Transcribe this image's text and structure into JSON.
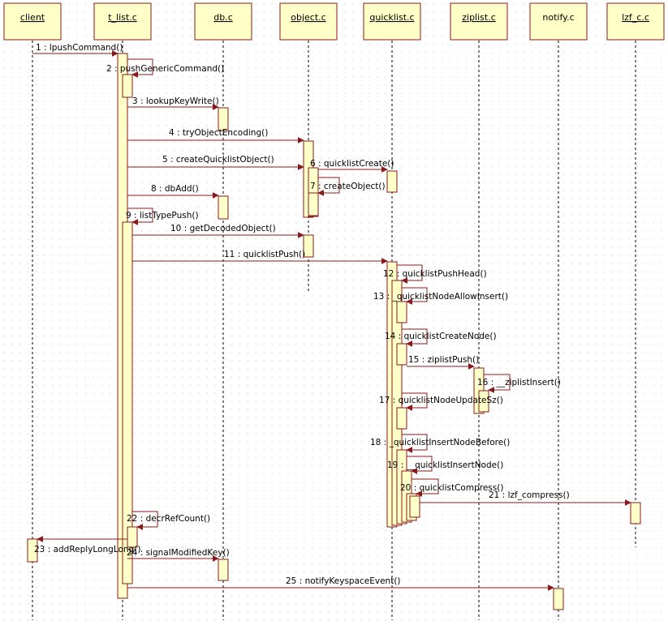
{
  "colors": {
    "box_fill": "#ffffc8",
    "stroke": "#8a1a1a",
    "grid": "#c8c8c8"
  },
  "objects": [
    {
      "id": "client",
      "label": "client"
    },
    {
      "id": "t_list",
      "label": "t_list.c"
    },
    {
      "id": "db",
      "label": "db.c"
    },
    {
      "id": "object",
      "label": "object.c"
    },
    {
      "id": "quicklist",
      "label": "quicklist.c"
    },
    {
      "id": "ziplist",
      "label": "ziplist.c"
    },
    {
      "id": "notify",
      "label": "notify.c"
    },
    {
      "id": "lzf",
      "label": "lzf_c.c"
    }
  ],
  "messages": [
    {
      "n": "1",
      "label": "1 : lpushCommand()"
    },
    {
      "n": "2",
      "label": "2 : pushGenericCommand()"
    },
    {
      "n": "3",
      "label": "3 : lookupKeyWrite()"
    },
    {
      "n": "4",
      "label": "4 : tryObjectEncoding()"
    },
    {
      "n": "5",
      "label": "5 : createQuicklistObject()"
    },
    {
      "n": "6",
      "label": "6 : quicklistCreate()"
    },
    {
      "n": "7",
      "label": "7 : createObject()"
    },
    {
      "n": "8",
      "label": "8 : dbAdd()"
    },
    {
      "n": "9",
      "label": "9 : listTypePush()"
    },
    {
      "n": "10",
      "label": "10 : getDecodedObject()"
    },
    {
      "n": "11",
      "label": "11 : quicklistPush()"
    },
    {
      "n": "12",
      "label": "12 : quicklistPushHead()"
    },
    {
      "n": "13",
      "label": "13 : _quicklistNodeAllowInsert()"
    },
    {
      "n": "14",
      "label": "14 : quicklistCreateNode()"
    },
    {
      "n": "15",
      "label": "15 : ziplistPush()"
    },
    {
      "n": "16",
      "label": "16 : __ziplistInsert()"
    },
    {
      "n": "17",
      "label": "17 : quicklistNodeUpdateSz()"
    },
    {
      "n": "18",
      "label": "18 : _quicklistInsertNodeBefore()"
    },
    {
      "n": "19",
      "label": "19 : __quicklistInsertNode()"
    },
    {
      "n": "20",
      "label": "20 : quicklistCompress()"
    },
    {
      "n": "21",
      "label": "21 : lzf_compress()"
    },
    {
      "n": "22",
      "label": "22 : decrRefCount()"
    },
    {
      "n": "23",
      "label": "23 : addReplyLongLong()"
    },
    {
      "n": "24",
      "label": "24 : signalModifiedKey()"
    },
    {
      "n": "25",
      "label": "25 : notifyKeyspaceEvent()"
    }
  ]
}
